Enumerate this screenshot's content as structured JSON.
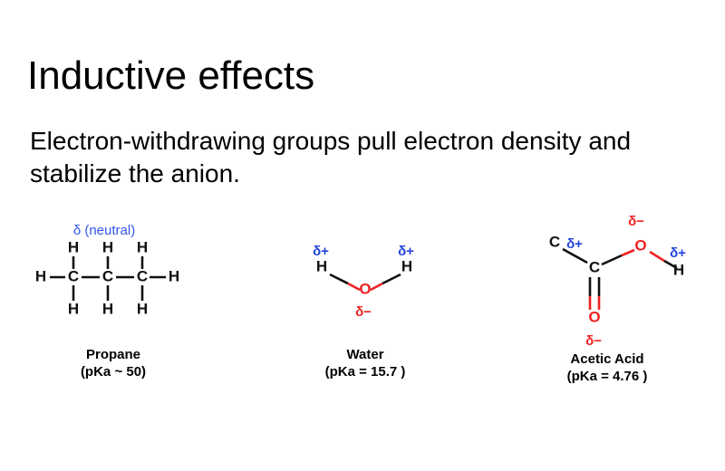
{
  "slide": {
    "title": "Inductive effects",
    "subtitle": "Electron-withdrawing groups pull electron density and stabilize the anion."
  },
  "colors": {
    "background": "#ffffff",
    "text": "#000000",
    "partial_positive": "#2244dd",
    "partial_negative": "#ee2222",
    "neutral_label": "#3355ee",
    "bond_black": "#111111",
    "bond_red": "#ee2222"
  },
  "molecules": [
    {
      "id": "propane",
      "name": "Propane",
      "pka": "(pKa ~ 50)",
      "charge_label": "δ (neutral)",
      "atoms": [
        {
          "symbol": "H",
          "color": "black"
        },
        {
          "symbol": "C",
          "color": "black"
        },
        {
          "symbol": "C",
          "color": "black"
        },
        {
          "symbol": "C",
          "color": "black"
        },
        {
          "symbol": "H",
          "color": "black"
        },
        {
          "symbol": "H",
          "color": "black"
        },
        {
          "symbol": "H",
          "color": "black"
        },
        {
          "symbol": "H",
          "color": "black"
        },
        {
          "symbol": "H",
          "color": "black"
        },
        {
          "symbol": "H",
          "color": "black"
        },
        {
          "symbol": "H",
          "color": "black"
        }
      ],
      "deltas": []
    },
    {
      "id": "water",
      "name": "Water",
      "pka": "(pKa = 15.7 )",
      "atoms": [
        {
          "symbol": "H",
          "color": "black"
        },
        {
          "symbol": "O",
          "color": "red"
        },
        {
          "symbol": "H",
          "color": "black"
        }
      ],
      "deltas": [
        {
          "label": "δ+",
          "color": "blue",
          "on": "H-left"
        },
        {
          "label": "δ+",
          "color": "blue",
          "on": "H-right"
        },
        {
          "label": "δ−",
          "color": "red",
          "on": "O"
        }
      ]
    },
    {
      "id": "acetic",
      "name": "Acetic Acid",
      "pka": "(pKa = 4.76 )",
      "atoms": [
        {
          "symbol": "C",
          "color": "black"
        },
        {
          "symbol": "C",
          "color": "black"
        },
        {
          "symbol": "O",
          "color": "red"
        },
        {
          "symbol": "O",
          "color": "red"
        },
        {
          "symbol": "H",
          "color": "black"
        }
      ],
      "deltas": [
        {
          "label": "δ+",
          "color": "blue",
          "on": "C-methyl"
        },
        {
          "label": "δ−",
          "color": "red",
          "on": "O-hydroxyl"
        },
        {
          "label": "δ+",
          "color": "blue",
          "on": "H"
        },
        {
          "label": "δ−",
          "color": "red",
          "on": "O-carbonyl"
        }
      ]
    }
  ]
}
